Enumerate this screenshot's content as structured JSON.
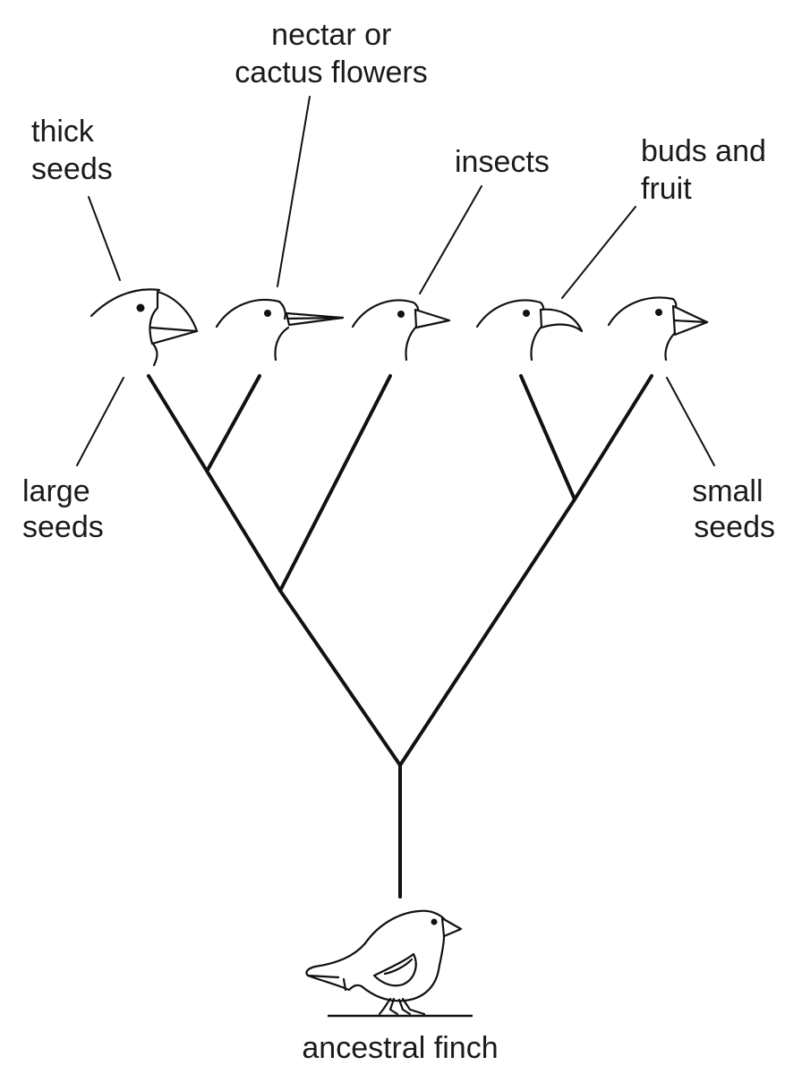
{
  "diagram": {
    "labels": {
      "thick_seeds": [
        "thick",
        "seeds"
      ],
      "nectar": [
        "nectar or",
        "cactus flowers"
      ],
      "insects": [
        "insects"
      ],
      "buds_fruit": [
        "buds and",
        "fruit"
      ],
      "large_seeds": [
        "large",
        "seeds"
      ],
      "small_seeds": [
        "small",
        "seeds"
      ],
      "ancestral": [
        "ancestral finch"
      ]
    }
  }
}
